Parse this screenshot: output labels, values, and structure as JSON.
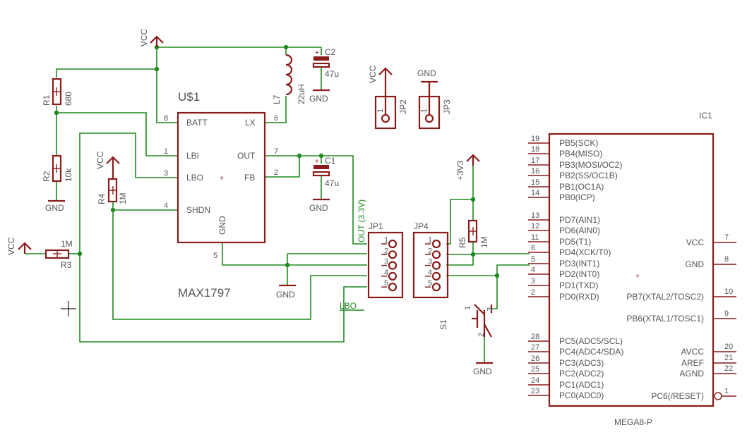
{
  "chip": {
    "name": "U$1",
    "value": "MAX1797",
    "pins": {
      "batt": "BATT",
      "lx": "LX",
      "lbi": "LBI",
      "out": "OUT",
      "lbo": "LBO",
      "fb": "FB",
      "shdn": "SHDN",
      "gnd": "GND"
    },
    "pin_numbers": {
      "batt": "8",
      "lx": "6",
      "lbi": "1",
      "out": "7",
      "lbo": "3",
      "fb": "2",
      "shdn": "4",
      "gnd": "5"
    }
  },
  "mcu": {
    "name": "IC1",
    "value": "MEGA8-P",
    "left_pins": [
      {
        "num": "19",
        "label": "PB5(SCK)"
      },
      {
        "num": "18",
        "label": "PB4(MISO)"
      },
      {
        "num": "17",
        "label": "PB3(MOSI/OC2)"
      },
      {
        "num": "16",
        "label": "PB2(SS/OC1B)"
      },
      {
        "num": "15",
        "label": "PB1(OC1A)"
      },
      {
        "num": "14",
        "label": "PB0(ICP)"
      },
      {
        "num": "13",
        "label": "PD7(AIN1)"
      },
      {
        "num": "12",
        "label": "PD6(AIN0)"
      },
      {
        "num": "11",
        "label": "PD5(T1)"
      },
      {
        "num": "6",
        "label": "PD4(XCK/T0)"
      },
      {
        "num": "5",
        "label": "PD3(INT1)"
      },
      {
        "num": "4",
        "label": "PD2(INT0)"
      },
      {
        "num": "3",
        "label": "PD1(TXD)"
      },
      {
        "num": "2",
        "label": "PD0(RXD)"
      },
      {
        "num": "28",
        "label": "PC5(ADC5/SCL)"
      },
      {
        "num": "27",
        "label": "PC4(ADC4/SDA)"
      },
      {
        "num": "26",
        "label": "PC3(ADC3)"
      },
      {
        "num": "25",
        "label": "PC2(ADC2)"
      },
      {
        "num": "24",
        "label": "PC1(ADC1)"
      },
      {
        "num": "23",
        "label": "PC0(ADC0)"
      }
    ],
    "right_pins": [
      {
        "num": "7",
        "label": "VCC"
      },
      {
        "num": "8",
        "label": "GND"
      },
      {
        "num": "10",
        "label": "PB7(XTAL2/TOSC2)"
      },
      {
        "num": "9",
        "label": "PB6(XTAL1/TOSC1)"
      },
      {
        "num": "20",
        "label": "AVCC"
      },
      {
        "num": "21",
        "label": "AREF"
      },
      {
        "num": "22",
        "label": "AGND"
      },
      {
        "num": "1",
        "label": "PC6(/RESET)"
      }
    ]
  },
  "components": {
    "r1": {
      "name": "R1",
      "value": "680"
    },
    "r2": {
      "name": "R2",
      "value": "10k"
    },
    "r3": {
      "name": "R3",
      "value": "1M"
    },
    "r4": {
      "name": "R4",
      "value": "1M"
    },
    "r5": {
      "name": "R5",
      "value": "1M"
    },
    "l7": {
      "name": "L7",
      "value": "22uH"
    },
    "c1": {
      "name": "C1",
      "value": "47u"
    },
    "c2": {
      "name": "C2",
      "value": "47u"
    },
    "jp1": {
      "name": "JP1",
      "pins": [
        "1",
        "2",
        "3",
        "4",
        "5"
      ]
    },
    "jp4": {
      "name": "JP4",
      "pins": [
        "1",
        "2",
        "3",
        "4",
        "5"
      ]
    },
    "jp2": {
      "name": "JP2",
      "pin": "1"
    },
    "jp3": {
      "name": "JP3",
      "pin": "1"
    },
    "s1": {
      "name": "S1",
      "pins": [
        "1",
        "3",
        "2"
      ]
    }
  },
  "supplies": {
    "vcc": "VCC",
    "gnd": "GND",
    "v33": "+3V3"
  },
  "nets": {
    "out": "OUT (3.3V)",
    "lbo": "LBO"
  }
}
